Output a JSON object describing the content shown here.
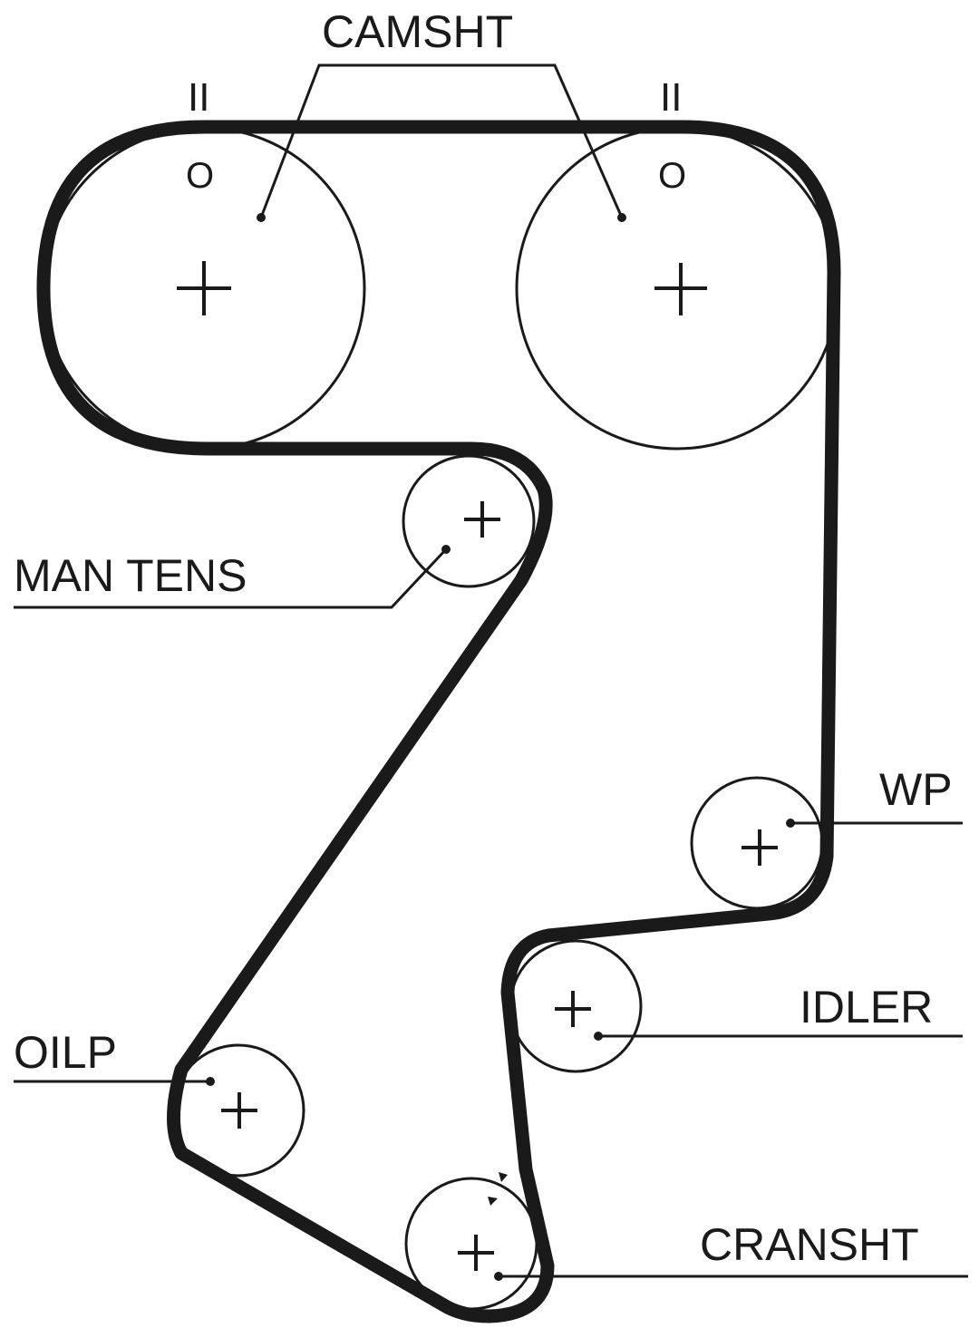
{
  "labels": {
    "camshaft": "CAMSHT",
    "manual_tensioner": "MAN TENS",
    "water_pump": "WP",
    "idler": "IDLER",
    "oil_pump": "OILP",
    "crankshaft": "CRANSHT"
  },
  "timing_marks": {
    "double_bar": "II",
    "circle": "O"
  },
  "colors": {
    "ink": "#1a1a1a",
    "background": "#ffffff"
  }
}
